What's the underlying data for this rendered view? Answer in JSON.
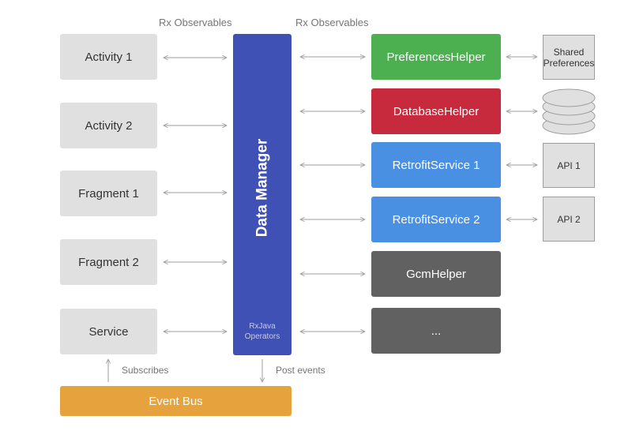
{
  "labels": {
    "rx_left": "Rx Observables",
    "rx_right": "Rx Observables",
    "subscribes": "Subscribes",
    "post_events": "Post events"
  },
  "clients": [
    {
      "label": "Activity 1"
    },
    {
      "label": "Activity 2"
    },
    {
      "label": "Fragment 1"
    },
    {
      "label": "Fragment 2"
    },
    {
      "label": "Service"
    }
  ],
  "data_manager": {
    "title": "Data Manager",
    "operators_line1": "RxJava",
    "operators_line2": "Operators",
    "color": "#3f51b5"
  },
  "helpers": [
    {
      "label": "PreferencesHelper",
      "color": "#4caf50"
    },
    {
      "label": "DatabaseHelper",
      "color": "#c62a3c"
    },
    {
      "label": "RetrofitService 1",
      "color": "#4a90e2"
    },
    {
      "label": "RetrofitService 2",
      "color": "#4a90e2"
    },
    {
      "label": "GcmHelper",
      "color": "#616161"
    },
    {
      "label": "...",
      "color": "#616161"
    }
  ],
  "externals": {
    "shared_prefs_line1": "Shared",
    "shared_prefs_line2": "Preferences",
    "database_icon": "database-icon",
    "api1": "API 1",
    "api2": "API 2"
  },
  "event_bus": {
    "label": "Event Bus",
    "color": "#e6a23c"
  }
}
